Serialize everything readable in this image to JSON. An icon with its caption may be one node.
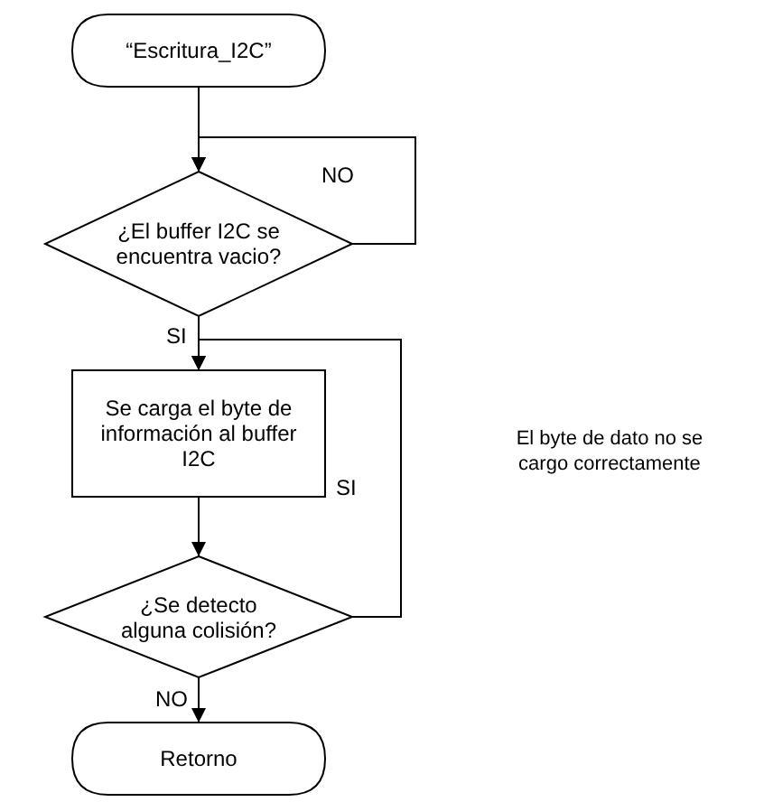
{
  "diagram": {
    "nodes": [
      {
        "text": [
          "“Escritura_I2C”"
        ]
      },
      {
        "text": [
          "¿El buffer I2C se encuentra vacio?"
        ]
      },
      {
        "text": [
          "Se carga el byte de información al buffer I2C"
        ]
      },
      {
        "text": [
          "¿Se detecto alguna colisión?"
        ]
      },
      {
        "text": [
          "Retorno"
        ]
      }
    ],
    "edges": [
      {
        "from": 0,
        "to": 1,
        "arrow": "to"
      },
      {
        "from": 1,
        "to": 1,
        "arrow": "to",
        "label": "NO"
      },
      {
        "from": 1,
        "to": 2,
        "arrow": "to",
        "label": "SI"
      },
      {
        "from": 2,
        "to": 3,
        "arrow": "to"
      },
      {
        "from": 3,
        "to": 2,
        "arrow": "to",
        "label": "SI"
      },
      {
        "from": 3,
        "to": 4,
        "arrow": "to",
        "label": "NO"
      }
    ],
    "labels": [
      "El byte de dato no se cargo correctamente"
    ]
  }
}
